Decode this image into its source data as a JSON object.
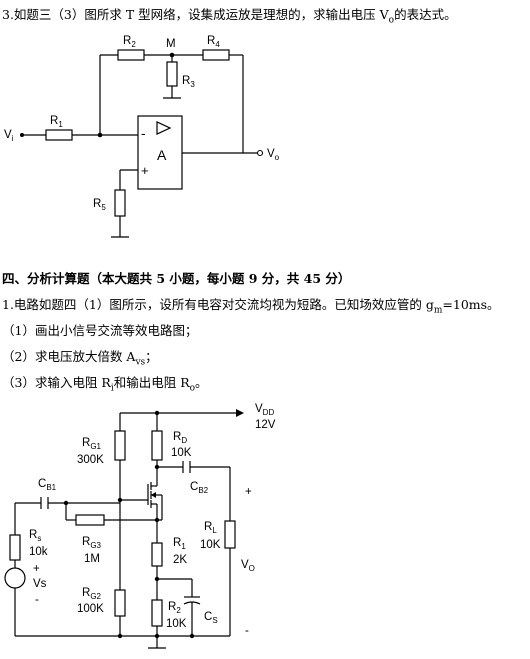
{
  "q3": {
    "text_a": "3.如题三（3）图所求 T 型网络，设集成运放是理想的，求输出电压 V",
    "text_sub": "o",
    "text_b": "的表达式。"
  },
  "circuit1": {
    "R1": "R",
    "R1_sub": "1",
    "R2": "R",
    "R2_sub": "2",
    "R3": "R",
    "R3_sub": "3",
    "R4": "R",
    "R4_sub": "4",
    "R5": "R",
    "R5_sub": "5",
    "M": "M",
    "Vi": "V",
    "Vi_sub": "i",
    "Vo": "V",
    "Vo_sub": "o",
    "minus": "-",
    "plus": "+",
    "A": "A"
  },
  "section4": {
    "heading": "四、分析计算题（本大题共 5 小题，每小题 9 分，共 45 分）"
  },
  "q1": {
    "text_a": "1.电路如题四（1）图所示，设所有电容对交流均视为短路。已知场效应管的 g",
    "text_sub": "m",
    "text_b": "=10ms。",
    "item1": "（1）画出小信号交流等效电路图；",
    "item2_a": "（2）求电压放大倍数 A",
    "item2_sub": "vs",
    "item2_b": "；",
    "item3_a": "（3）求输入电阻 R",
    "item3_sub1": "i",
    "item3_b": "和输出电阻 R",
    "item3_sub2": "o",
    "item3_c": "。"
  },
  "circuit2": {
    "VDD": "V",
    "VDD_sub": "DD",
    "VDD_val": "12V",
    "RG1": "R",
    "RG1_sub": "G1",
    "RG1_val": "300K",
    "RD": "R",
    "RD_sub": "D",
    "RD_val": "10K",
    "CB1": "C",
    "CB1_sub": "B1",
    "CB2": "C",
    "CB2_sub": "B2",
    "Rs": "R",
    "Rs_sub": "s",
    "Rs_val": "10k",
    "RG3": "R",
    "RG3_sub": "G3",
    "RG3_val": "1M",
    "R1": "R",
    "R1_sub": "1",
    "R1_val": "2K",
    "RL": "R",
    "RL_sub": "L",
    "RL_val": "10K",
    "Vs": "Vs",
    "RG2": "R",
    "RG2_sub": "G2",
    "RG2_val": "100K",
    "R2": "R",
    "R2_sub": "2",
    "R2_val": "10K",
    "CS": "C",
    "CS_sub": "S",
    "Vo": "V",
    "Vo_sub": "O",
    "plus1": "+",
    "minus1": "-",
    "plus2": "+",
    "minus2": "-"
  }
}
